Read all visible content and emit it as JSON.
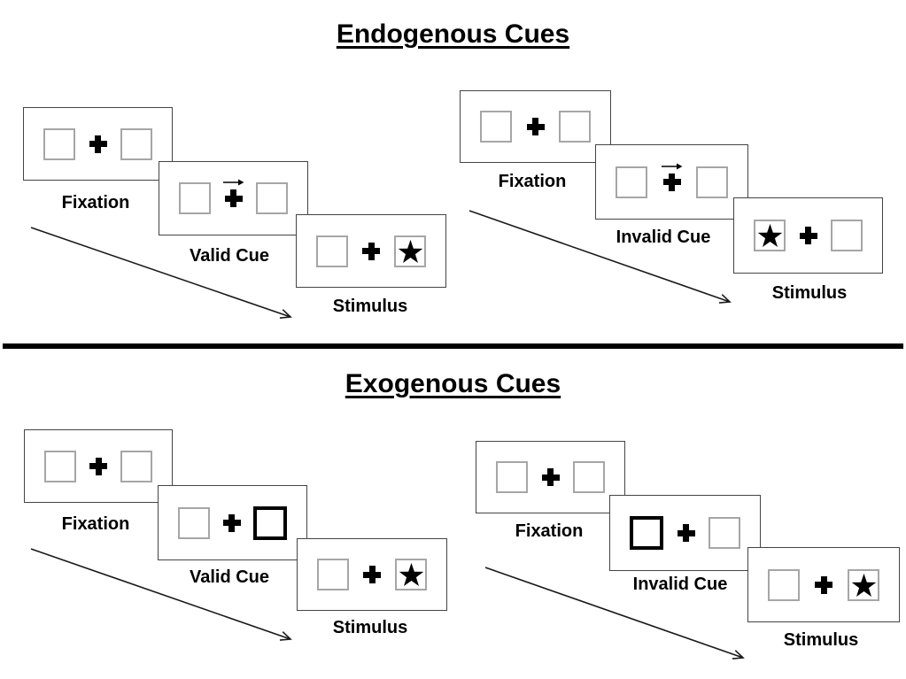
{
  "sections": [
    {
      "title": "Endogenous Cues",
      "panels": [
        {
          "name": "valid",
          "steps": [
            {
              "label": "Fixation",
              "type": "fixation"
            },
            {
              "label": "Valid Cue",
              "type": "endogenous-cue",
              "cue": "arrow-pointing-right-above-fixation-cross"
            },
            {
              "label": "Stimulus",
              "type": "stimulus",
              "target": "star-in-right-box"
            }
          ]
        },
        {
          "name": "invalid",
          "steps": [
            {
              "label": "Fixation",
              "type": "fixation"
            },
            {
              "label": "Invalid Cue",
              "type": "endogenous-cue",
              "cue": "arrow-pointing-right-above-fixation-cross"
            },
            {
              "label": "Stimulus",
              "type": "stimulus",
              "target": "star-in-left-box"
            }
          ]
        }
      ]
    },
    {
      "title": "Exogenous Cues",
      "panels": [
        {
          "name": "valid",
          "steps": [
            {
              "label": "Fixation",
              "type": "fixation"
            },
            {
              "label": "Valid Cue",
              "type": "exogenous-cue",
              "cue": "bold-outline-right-box"
            },
            {
              "label": "Stimulus",
              "type": "stimulus",
              "target": "star-in-right-box"
            }
          ]
        },
        {
          "name": "invalid",
          "steps": [
            {
              "label": "Fixation",
              "type": "fixation"
            },
            {
              "label": "Invalid Cue",
              "type": "exogenous-cue",
              "cue": "bold-outline-left-box"
            },
            {
              "label": "Stimulus",
              "type": "stimulus",
              "target": "star-in-right-box"
            }
          ]
        }
      ]
    }
  ],
  "icons": {
    "star": "black-five-point-star",
    "fixation_cross": "bold-plus",
    "cue_arrow": "thin-right-arrow",
    "timeline_arrow": "diagonal-down-right-arrow"
  },
  "colors": {
    "background": "#ffffff",
    "screen_border": "#444444",
    "placeholder_box_border": "#a6a6a6",
    "ink": "#000000"
  }
}
